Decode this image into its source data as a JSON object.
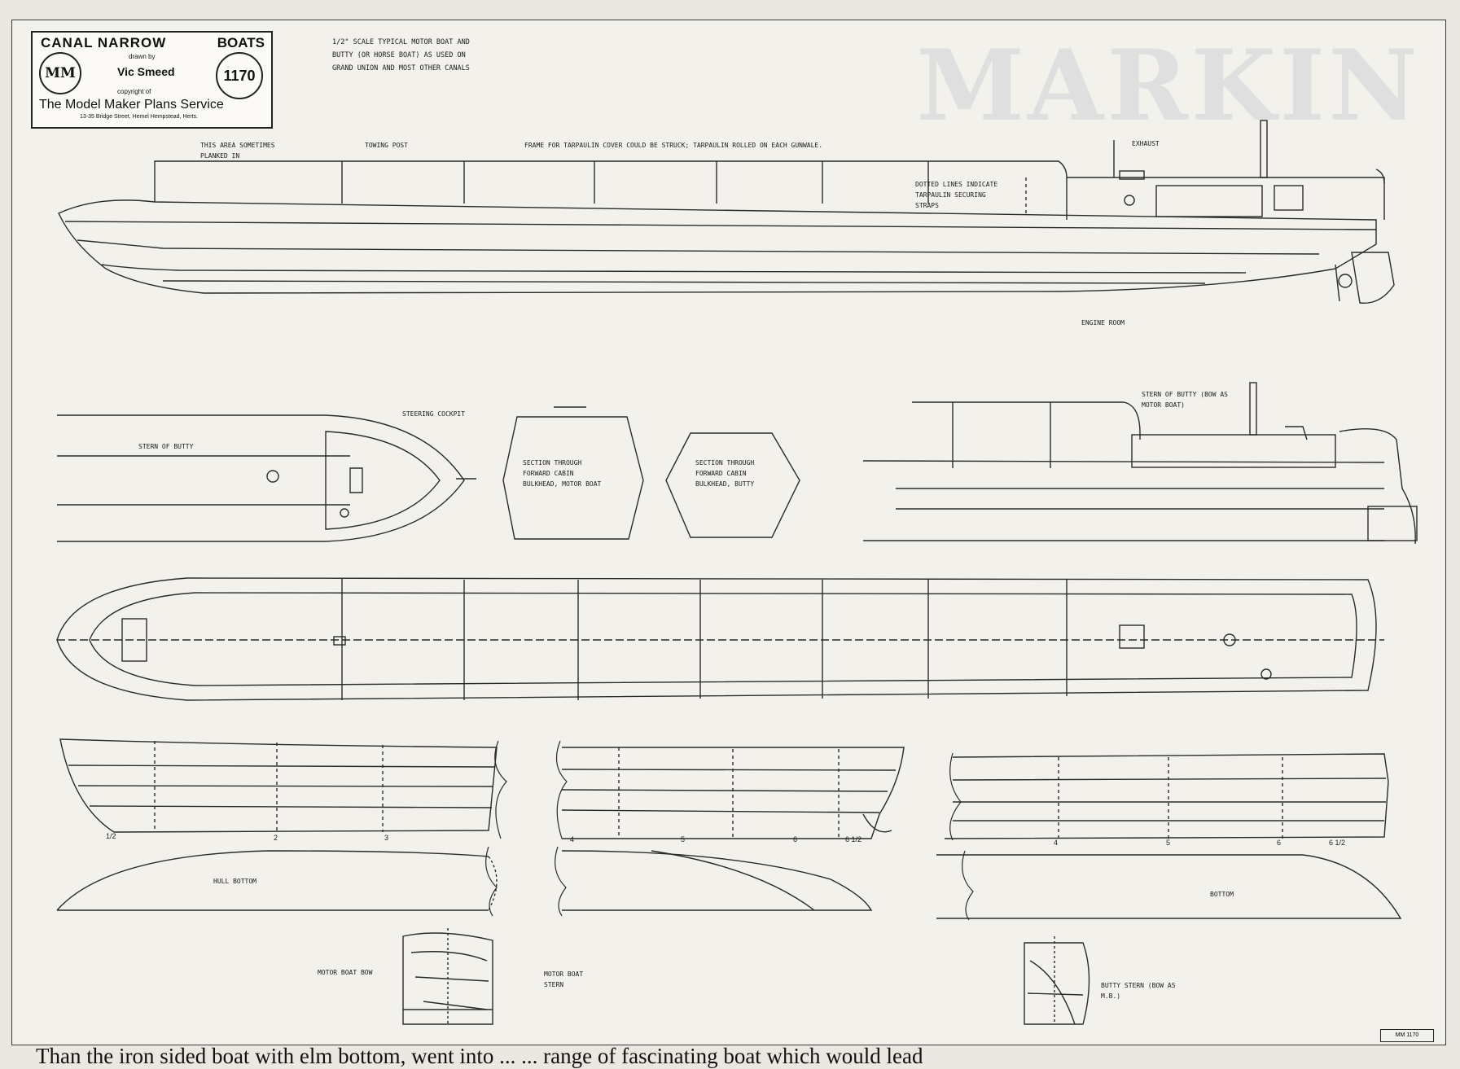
{
  "title_block": {
    "heading_left": "CANAL NARROW",
    "heading_right": "BOATS",
    "drawn_by_label": "drawn by",
    "author": "Vic Smeed",
    "copyright_label": "copyright of",
    "logo": "MM",
    "plan_number": "1170",
    "service": "The Model Maker Plans Service",
    "address": "13-35 Bridge Street, Hemel Hempstead, Herts."
  },
  "scale_note": "1/2\" SCALE TYPICAL MOTOR BOAT AND BUTTY (OR HORSE BOAT) AS USED ON GRAND UNION AND MOST OTHER CANALS",
  "profile_annotations": {
    "planked": "THIS AREA SOMETIMES PLANKED IN",
    "towing_post": "TOWING POST",
    "frame": "FRAME FOR TARPAULIN COVER COULD BE STRUCK; TARPAULIN ROLLED ON EACH GUNWALE.",
    "exhaust": "EXHAUST",
    "dotted": "DOTTED LINES INDICATE TARPAULIN SECURING STRAPS",
    "engine_room": "ENGINE ROOM"
  },
  "detail_annotations": {
    "steering_cockpit": "STEERING COCKPIT",
    "stern_of_butty": "STERN OF BUTTY",
    "section_motor": "SECTION THROUGH FORWARD CABIN BULKHEAD, MOTOR BOAT",
    "section_butty": "SECTION THROUGH FORWARD CABIN BULKHEAD, BUTTY",
    "stern_butty_note": "STERN OF BUTTY (BOW AS MOTOR BOAT)"
  },
  "lines_annotations": {
    "hull_bottom": "HULL BOTTOM",
    "bottom": "BOTTOM",
    "motor_bow": "MOTOR BOAT BOW",
    "motor_stern": "MOTOR BOAT STERN",
    "butty_stern": "BUTTY STERN (BOW AS M.B.)"
  },
  "stations_left": [
    "1/2",
    "2",
    "3"
  ],
  "stations_mid": [
    "4",
    "5",
    "6",
    "6 1/2"
  ],
  "stations_right": [
    "4",
    "5",
    "6",
    "6 1/2"
  ],
  "reference": "MM 1170",
  "caption": "Than the iron sided boat with elm bottom, went into ... ... range of fascinating boat which would lead"
}
